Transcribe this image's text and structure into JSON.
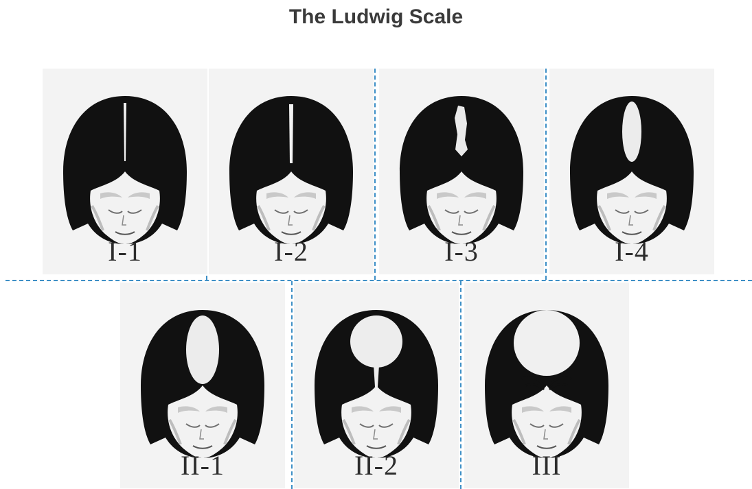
{
  "title": "The Ludwig Scale",
  "stages": [
    {
      "id": "s1",
      "label": "I-1"
    },
    {
      "id": "s2",
      "label": "I-2"
    },
    {
      "id": "s3",
      "label": "I-3"
    },
    {
      "id": "s4",
      "label": "I-4"
    },
    {
      "id": "s5",
      "label": "II-1"
    },
    {
      "id": "s6",
      "label": "II-2"
    },
    {
      "id": "s7",
      "label": "III"
    }
  ],
  "colors": {
    "hair": "#111111",
    "skin": "#f2f2f2",
    "face_shade": "#c9c9c9",
    "divider": "#3d8fc6",
    "title": "#3a3a3a"
  }
}
